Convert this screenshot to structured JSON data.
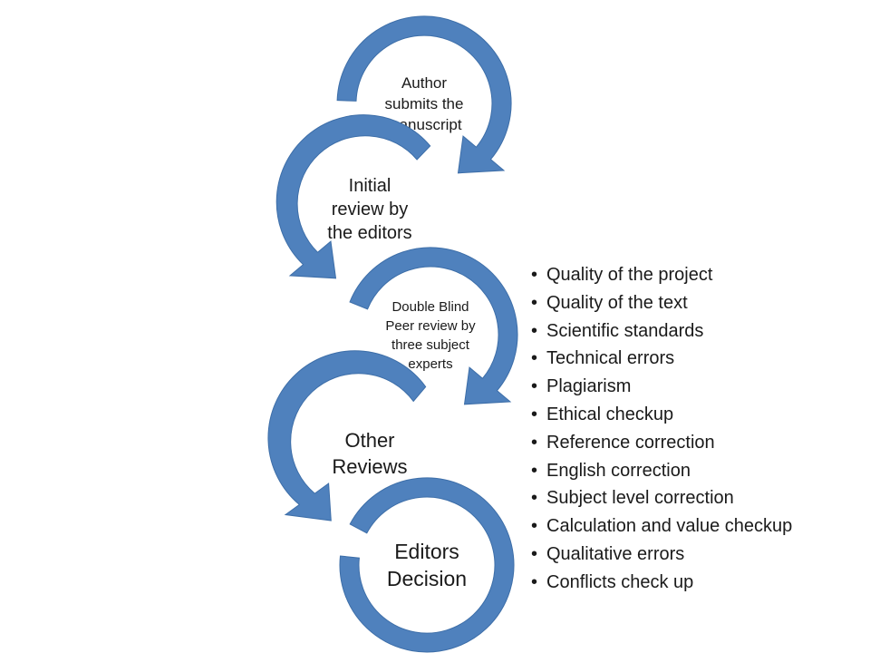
{
  "diagram": {
    "steps": [
      {
        "label_lines": [
          "Author",
          "submits the",
          "manuscript"
        ]
      },
      {
        "label_lines": [
          "Initial",
          "review by",
          "the editors"
        ]
      },
      {
        "label_lines": [
          "Double Blind",
          "Peer review by",
          "three subject",
          "experts"
        ]
      },
      {
        "label_lines": [
          "Other",
          "Reviews"
        ]
      },
      {
        "label_lines": [
          "Editors",
          "Decision"
        ]
      }
    ],
    "arrow_color": "#4f81bd",
    "arrow_edge_color": "#3d6ea8"
  },
  "criteria": [
    "Quality of the project",
    "Quality of the text",
    "Scientific standards",
    "Technical errors",
    "Plagiarism",
    "Ethical checkup",
    "Reference correction",
    "English correction",
    "Subject level correction",
    "Calculation and value checkup",
    "Qualitative errors",
    "Conflicts check up"
  ]
}
